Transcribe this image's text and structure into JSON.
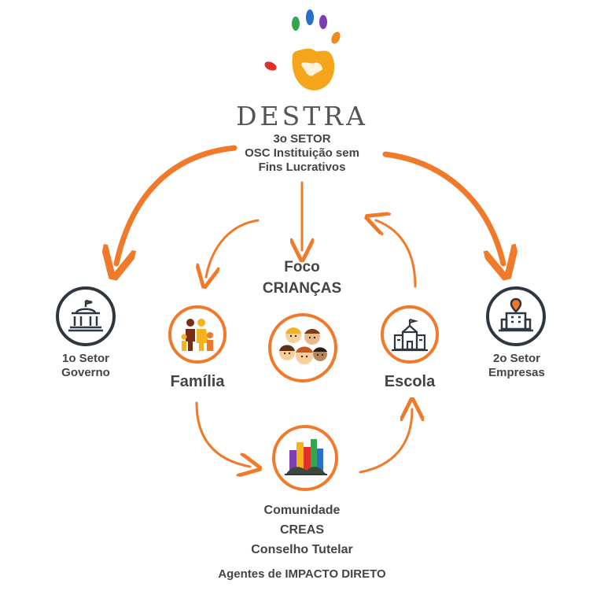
{
  "logo": {
    "name": "DESTRA"
  },
  "top": {
    "line1": "3o SETOR",
    "line2": "OSC Instituição sem",
    "line3": "Fins Lucrativos"
  },
  "center": {
    "line1": "Foco",
    "line2": "CRIANÇAS"
  },
  "left_sector": {
    "line1": "1o Setor",
    "line2": "Governo"
  },
  "right_sector": {
    "line1": "2o Setor",
    "line2": "Empresas"
  },
  "familia": {
    "label": "Família"
  },
  "escola": {
    "label": "Escola"
  },
  "bottom": {
    "line1": "Comunidade",
    "line2": "CREAS",
    "line3": "Conselho Tutelar"
  },
  "footer": {
    "text": "Agentes de IMPACTO DIRETO"
  },
  "colors": {
    "accent": "#f07a2a",
    "dark": "#2f3640",
    "text": "#444444"
  },
  "icons": {
    "logo": "hand-print-icon",
    "governo": "government-building-icon",
    "empresas": "office-building-icon",
    "familia": "family-icon",
    "escola": "school-icon",
    "criancas": "children-faces-icon",
    "comunidade": "city-community-icon"
  }
}
